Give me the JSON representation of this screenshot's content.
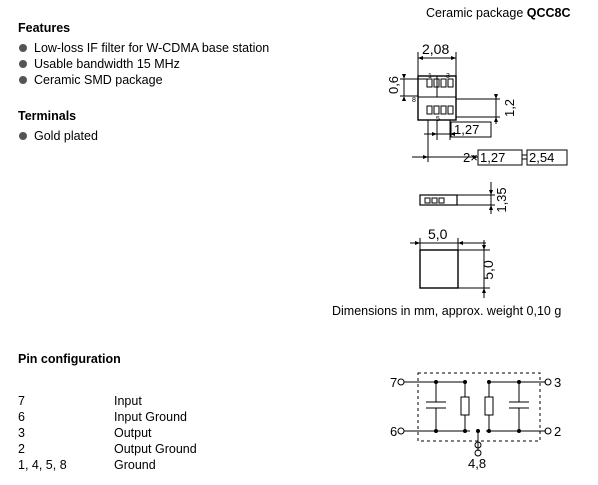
{
  "package": {
    "prefix": "Ceramic package ",
    "name": "QCC8C"
  },
  "features": {
    "heading": "Features",
    "items": [
      "Low-loss IF filter for W-CDMA base station",
      "Usable bandwidth 15 MHz",
      "Ceramic SMD package"
    ]
  },
  "terminals": {
    "heading": "Terminals",
    "items": [
      "Gold plated"
    ]
  },
  "dimensions": {
    "note": "Dimensions in mm, approx. weight 0,10 g",
    "labels": {
      "w208": "2,08",
      "d06": "0,6",
      "d12": "1,2",
      "d127": "1,27",
      "pitch_prefix": "2×",
      "pitch1": "1,27",
      "pitch2": "2,54",
      "h135": "1,35",
      "w50": "5,0",
      "h50": "5,0",
      "pin1": "1",
      "pin3": "3",
      "pin8": "8",
      "pin5": "5"
    }
  },
  "pin_config": {
    "heading": "Pin configuration",
    "rows": [
      {
        "pin": "7",
        "function": "Input"
      },
      {
        "pin": "6",
        "function": "Input Ground"
      },
      {
        "pin": "3",
        "function": "Output"
      },
      {
        "pin": "2",
        "function": "Output Ground"
      },
      {
        "pin": "1, 4, 5, 8",
        "function": "Ground"
      }
    ]
  },
  "schematic": {
    "p7": "7",
    "p6": "6",
    "p3": "3",
    "p2": "2",
    "p48": "4,8"
  }
}
